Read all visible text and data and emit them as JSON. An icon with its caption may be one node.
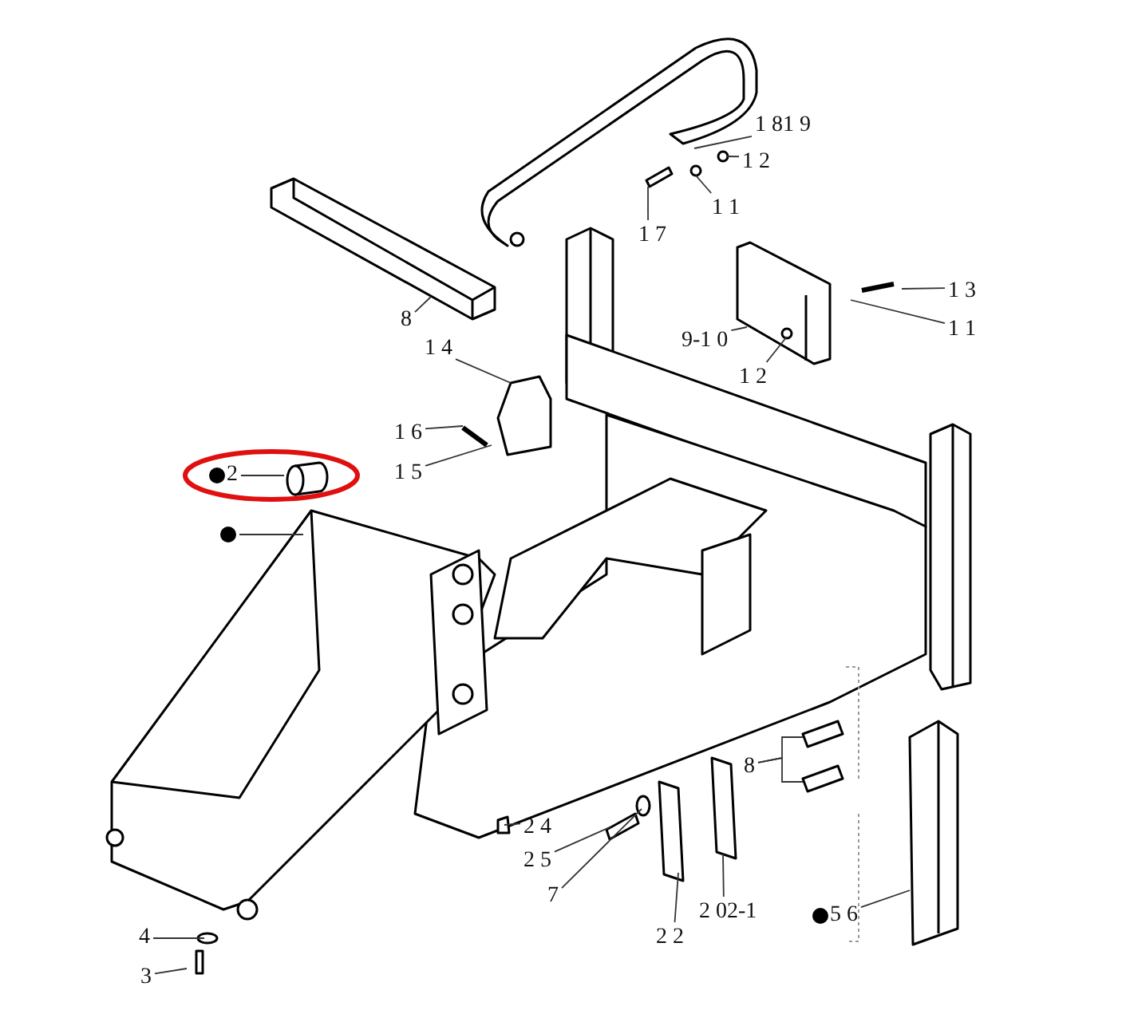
{
  "diagram": {
    "nodes": [
      {
        "text": [
          "1 81 9"
        ]
      },
      {
        "text": [
          "1 2"
        ]
      },
      {
        "text": [
          "1 1"
        ]
      },
      {
        "text": [
          "1 7"
        ]
      },
      {
        "text": [
          "1 3"
        ]
      },
      {
        "text": [
          "1 1"
        ]
      },
      {
        "text": [
          "9-1 0"
        ]
      },
      {
        "text": [
          "1 2"
        ]
      },
      {
        "text": [
          "8"
        ]
      },
      {
        "text": [
          "1 4"
        ]
      },
      {
        "text": [
          "1 6"
        ]
      },
      {
        "text": [
          "1 5"
        ]
      },
      {
        "text": [],
        "shape": "ellipse"
      },
      {
        "text": [
          "2"
        ],
        "in": 12
      },
      {
        "text": [],
        "shape": "circle"
      },
      {
        "text": [
          "2 4"
        ]
      },
      {
        "text": [
          "2 5"
        ]
      },
      {
        "text": [
          "7"
        ]
      },
      {
        "text": [
          "2 2"
        ]
      },
      {
        "text": [
          "2 02-1"
        ]
      },
      {
        "text": [
          "5 6"
        ]
      },
      {
        "text": [
          "8"
        ]
      },
      {
        "text": [
          "4"
        ]
      },
      {
        "text": [
          "3"
        ]
      }
    ],
    "edges": [
      {
        "from": 0,
        "to": null,
        "arrow": "none"
      },
      {
        "from": 1,
        "to": null,
        "arrow": "none"
      },
      {
        "from": 2,
        "to": null,
        "arrow": "none"
      },
      {
        "from": 3,
        "to": null,
        "arrow": "none"
      },
      {
        "from": 4,
        "to": null,
        "arrow": "none"
      },
      {
        "from": 5,
        "to": null,
        "arrow": "none"
      },
      {
        "from": 6,
        "to": null,
        "arrow": "none"
      },
      {
        "from": 7,
        "to": null,
        "arrow": "none"
      },
      {
        "from": 8,
        "to": null,
        "arrow": "none"
      },
      {
        "from": 9,
        "to": null,
        "arrow": "none"
      },
      {
        "from": 10,
        "to": null,
        "arrow": "none"
      },
      {
        "from": 11,
        "to": null,
        "arrow": "none"
      },
      {
        "from": 13,
        "to": null,
        "arrow": "none"
      },
      {
        "from": 14,
        "to": null,
        "arrow": "none"
      },
      {
        "from": 15,
        "to": null,
        "arrow": "none"
      },
      {
        "from": 16,
        "to": null,
        "arrow": "none"
      },
      {
        "from": 17,
        "to": null,
        "arrow": "none"
      },
      {
        "from": 18,
        "to": null,
        "arrow": "none"
      },
      {
        "from": 19,
        "to": null,
        "arrow": "none"
      },
      {
        "from": 20,
        "to": null,
        "arrow": "none"
      },
      {
        "from": 21,
        "to": null,
        "arrow": "none"
      },
      {
        "from": 21,
        "to": null,
        "arrow": "none"
      },
      {
        "from": 22,
        "to": null,
        "arrow": "none"
      },
      {
        "from": 23,
        "to": null,
        "arrow": "none"
      }
    ]
  }
}
